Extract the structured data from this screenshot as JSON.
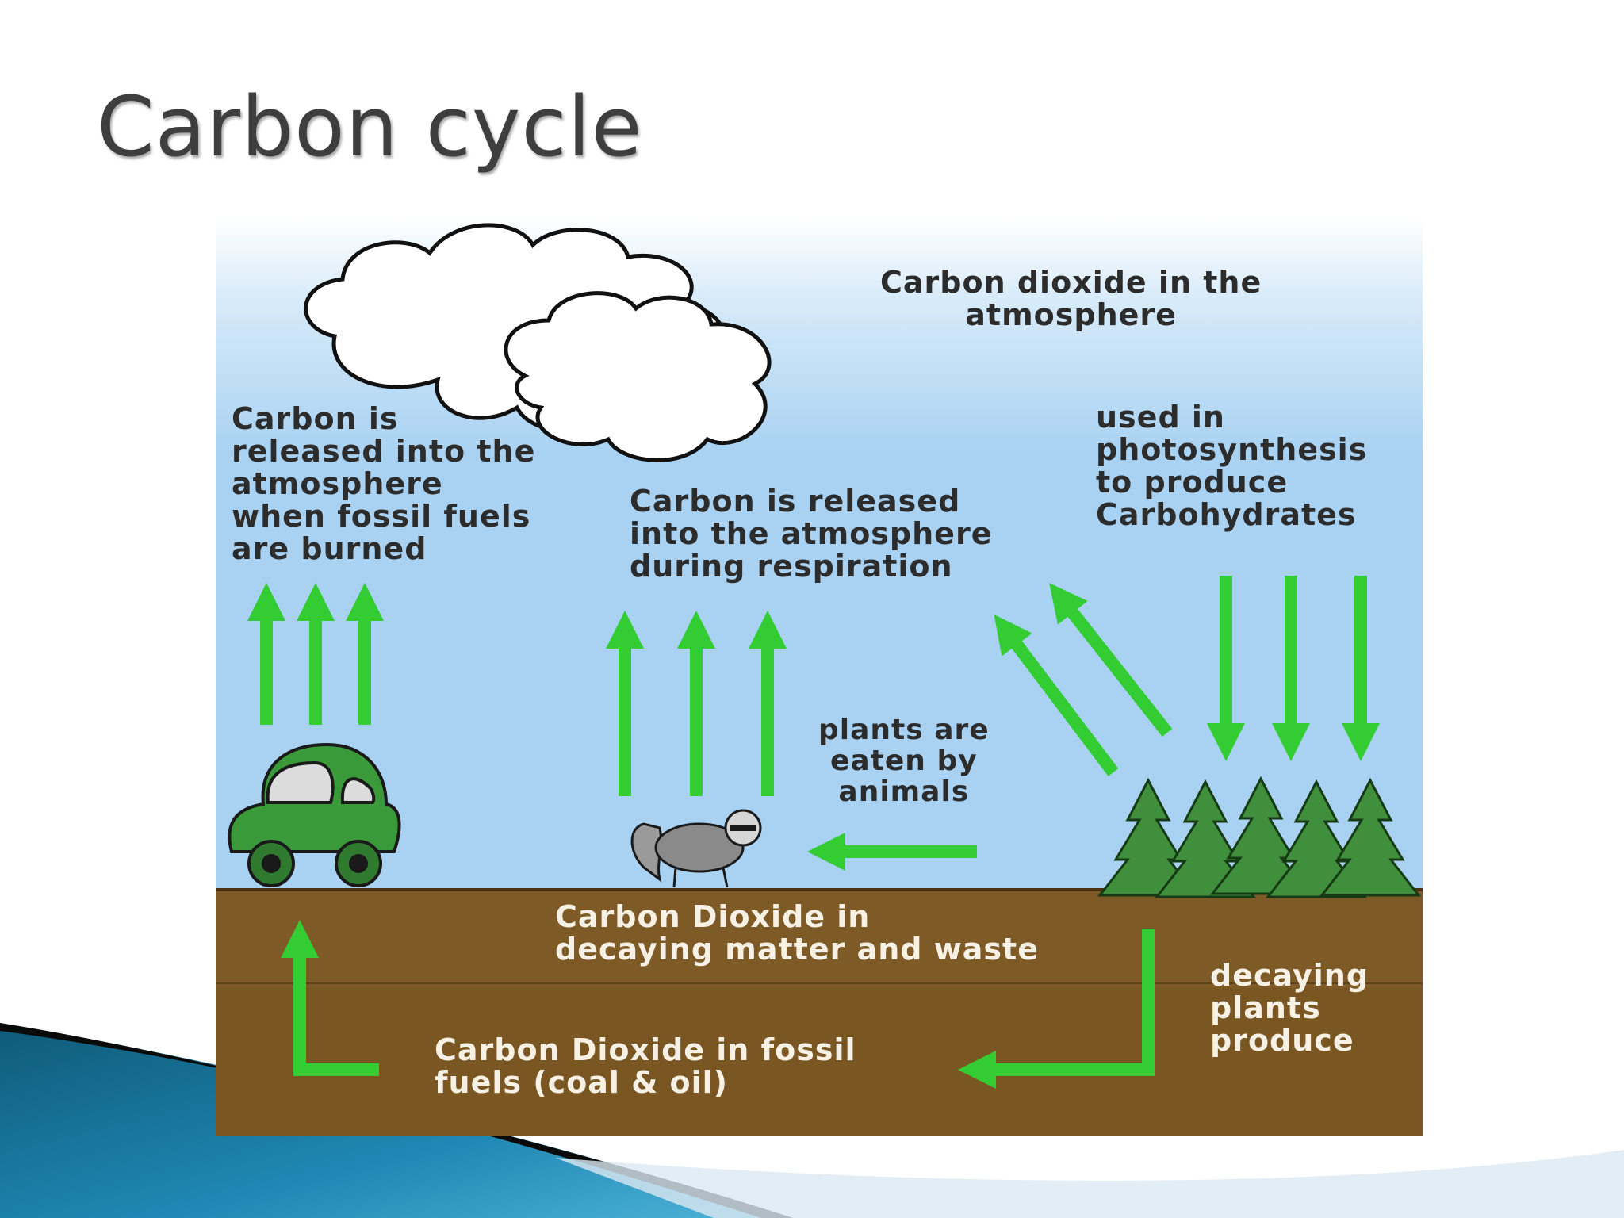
{
  "slide": {
    "title": "Carbon cycle"
  },
  "diagram": {
    "labels": {
      "atmosphere": "Carbon dioxide in the\natmosphere",
      "fossil_release": "Carbon is\nreleased into the\natmosphere\nwhen fossil fuels\nare burned",
      "respiration": "Carbon is released\ninto the atmosphere\nduring respiration",
      "photosynthesis": "used in\nphotosynthesis\nto produce\nCarbohydrates",
      "eaten": "plants are\neaten by\nanimals",
      "decaying_matter": "Carbon Dioxide in\ndecaying matter and waste",
      "decaying_plants": "decaying\nplants\nproduce",
      "fossil_fuels": "Carbon Dioxide in fossil\nfuels (coal & oil)"
    },
    "colors": {
      "sky": "#a9d2f2",
      "soil": "#7d5a26",
      "arrow": "#33cc33",
      "tree": "#3f8f3c",
      "car": "#3a9a3a"
    }
  }
}
